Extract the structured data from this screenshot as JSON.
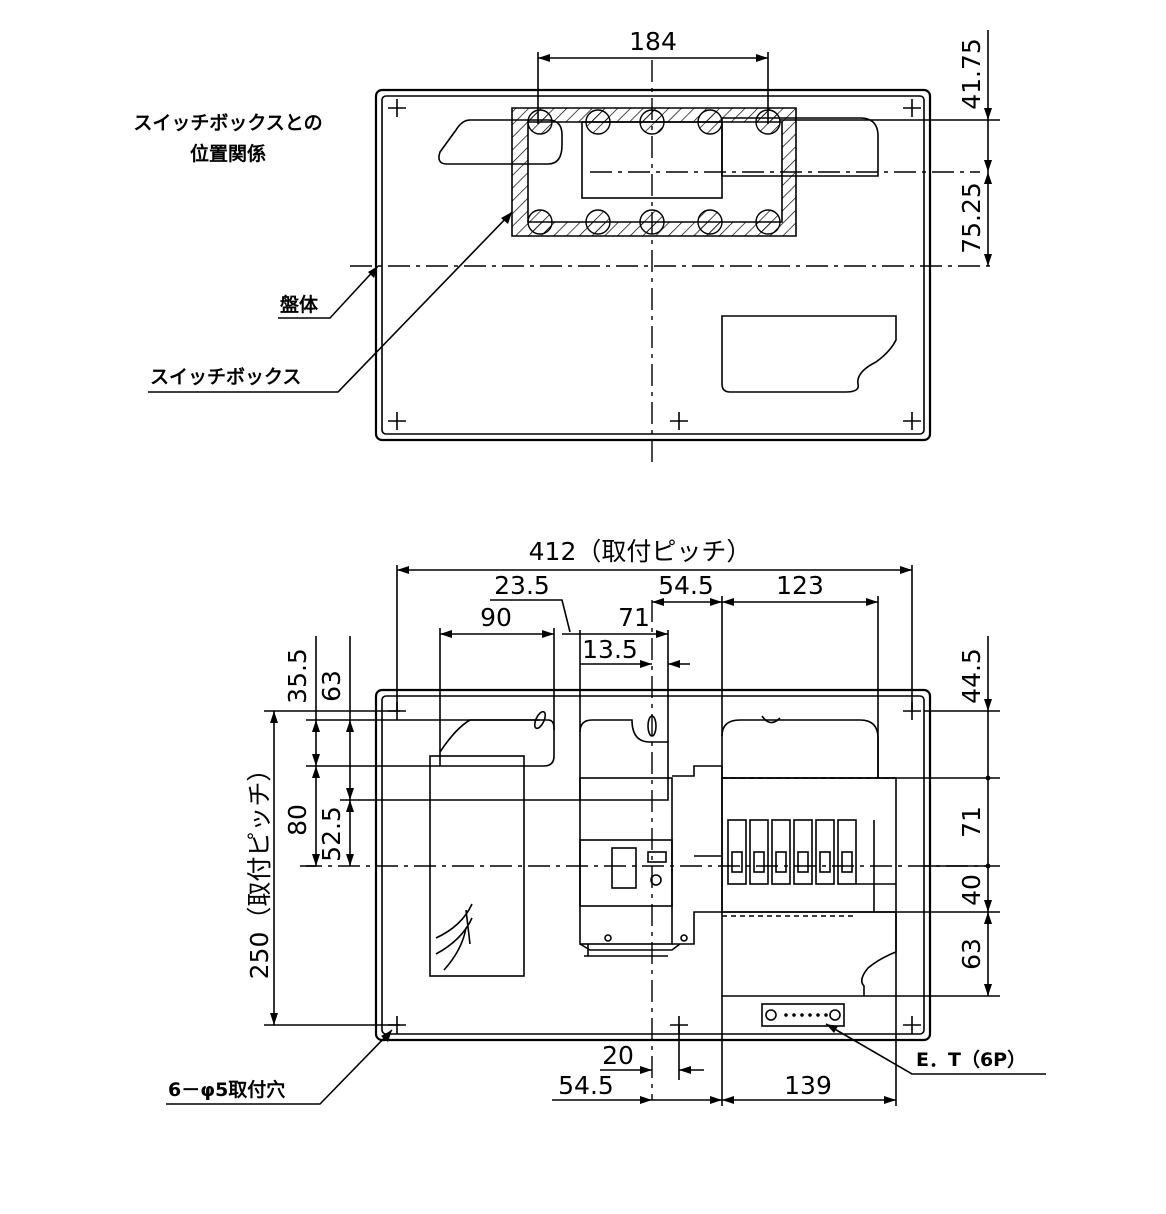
{
  "top_view": {
    "dim_top_width": "184",
    "dim_right_upper": "41.75",
    "dim_right_lower": "75.25",
    "note_relation_line1": "スイッチボックスとの",
    "note_relation_line2": "位置関係",
    "label_panel_body": "盤体",
    "label_switch_box": "スイッチボックス"
  },
  "bottom_view": {
    "dim_total_pitch": "412（取付ピッチ）",
    "dim_23_5": "23.5",
    "dim_54_5_top": "54.5",
    "dim_123": "123",
    "dim_90": "90",
    "dim_71_top": "71",
    "dim_13_5": "13.5",
    "dim_35_5": "35.5",
    "dim_63_left": "63",
    "dim_80": "80",
    "dim_52_5": "52.5",
    "dim_250_pitch": "250（取付ピッチ）",
    "dim_44_5": "44.5",
    "dim_71_right": "71",
    "dim_40": "40",
    "dim_63_right": "63",
    "dim_20": "20",
    "dim_54_5_bottom": "54.5",
    "dim_139": "139",
    "label_mount_holes": "6－φ5取付穴",
    "label_et": "E．T（6P）"
  }
}
